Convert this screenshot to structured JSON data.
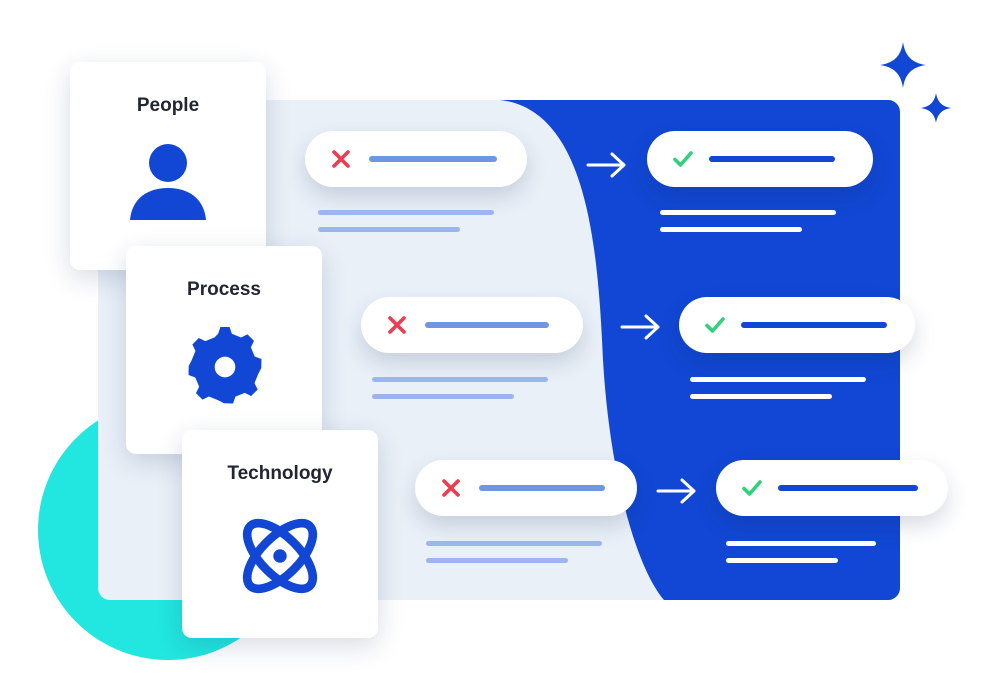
{
  "colors": {
    "blue": "#1147d4",
    "light_panel": "#e9f0f8",
    "teal": "#22e6e0",
    "red_x": "#ee3b4f",
    "green_check": "#2fd17a",
    "bar_blue_light": "#6f96e3",
    "line_light": "#9bb5ee"
  },
  "cards": [
    {
      "title": "People",
      "icon": "person-icon"
    },
    {
      "title": "Process",
      "icon": "gear-icon"
    },
    {
      "title": "Technology",
      "icon": "atom-icon"
    }
  ],
  "rows": [
    {
      "before_icon": "x-icon",
      "after_icon": "check-icon"
    },
    {
      "before_icon": "x-icon",
      "after_icon": "check-icon"
    },
    {
      "before_icon": "x-icon",
      "after_icon": "check-icon"
    }
  ],
  "decorations": [
    "sparkle-icon",
    "sparkle-icon"
  ]
}
